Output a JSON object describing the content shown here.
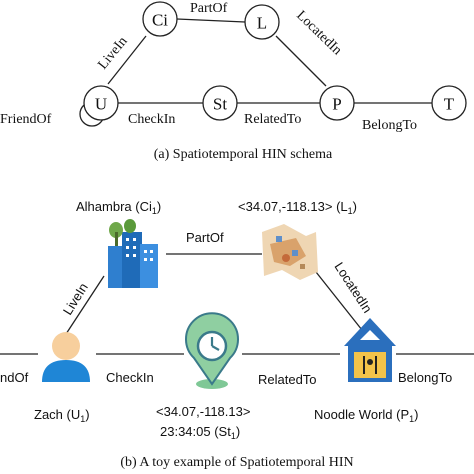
{
  "schema": {
    "nodes": {
      "ci": "Ci",
      "l": "L",
      "u": "U",
      "st": "St",
      "p": "P",
      "t": "T"
    },
    "edges": {
      "part_of": "PartOf",
      "located_in": "LocatedIn",
      "live_in": "LiveIn",
      "friend_of": "FriendOf",
      "check_in": "CheckIn",
      "related_to": "RelatedTo",
      "belong_to": "BelongTo"
    },
    "caption": "(a)  Spatiotemporal HIN schema"
  },
  "example": {
    "alhambra": {
      "name": "Alhambra  (Ci",
      "sub": "1",
      "close": ")"
    },
    "location": {
      "coords": "<34.07,-118.13>  (L",
      "sub": "1",
      "close": ")"
    },
    "zach": {
      "name": "Zach (U",
      "sub": "1",
      "close": ")"
    },
    "st": {
      "coords": "<34.07,-118.13>",
      "time": "23:34:05 (St",
      "sub": "1",
      "close": ")"
    },
    "noodle": {
      "name": "Noodle World (P",
      "sub": "1",
      "close": ")"
    },
    "edges": {
      "part_of": "PartOf",
      "located_in": "LocatedIn",
      "live_in": "LiveIn",
      "friend_of": "ndOf",
      "check_in": "CheckIn",
      "related_to": "RelatedTo",
      "belong_to": "BelongTo"
    },
    "caption": "(b)  A toy example of Spatiotemporal HIN"
  },
  "colors": {
    "line": "#222222",
    "person_blue": "#1f86d6",
    "person_skin": "#f7cf9d",
    "pin_green": "#8fcfa1",
    "pin_dark": "#3a7a8a",
    "house_blue": "#2b6fbd",
    "house_yellow": "#f3c34a",
    "city_green": "#6fa84a",
    "city_blue": "#2f7fcf",
    "map_tan": "#e8c9a0"
  }
}
